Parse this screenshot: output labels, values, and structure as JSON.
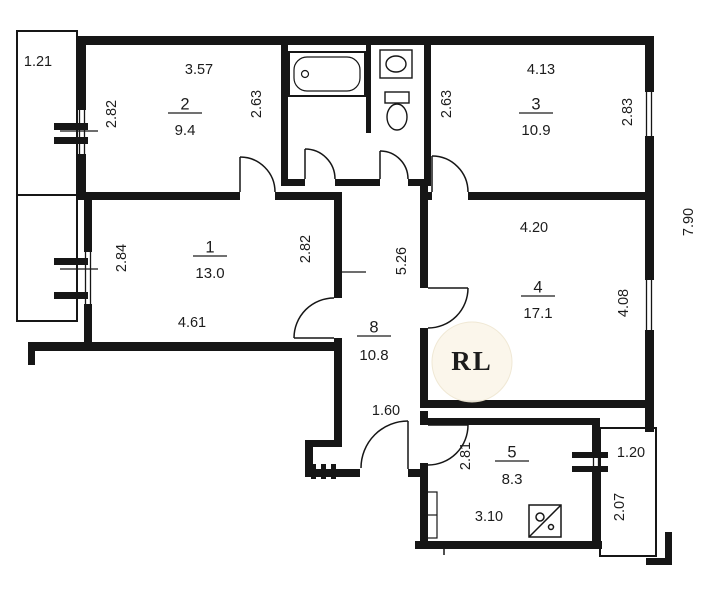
{
  "rooms": {
    "r1": {
      "number": "1",
      "area": "13.0"
    },
    "r2": {
      "number": "2",
      "area": "9.4"
    },
    "r3": {
      "number": "3",
      "area": "10.9"
    },
    "r4": {
      "number": "4",
      "area": "17.1"
    },
    "r5": {
      "number": "5",
      "area": "8.3"
    },
    "r8": {
      "number": "8",
      "area": "10.8"
    }
  },
  "dims": {
    "balcony_tl_width": "1.21",
    "room2_width": "3.57",
    "room2_left": "2.82",
    "room2_right": "2.63",
    "room3_width": "4.13",
    "room3_left": "2.63",
    "room3_right": "2.83",
    "room1_left": "2.84",
    "room1_right": "2.82",
    "room1_width": "4.61",
    "hall_height": "5.26",
    "hall_width": "1.60",
    "room4_width": "4.20",
    "room4_height": "4.08",
    "kitchen_left": "2.81",
    "kitchen_width": "3.10",
    "balcony_br_width": "1.20",
    "balcony_br_height": "2.07",
    "overall_right": "7.90"
  },
  "watermark": {
    "text": "RL",
    "color": "#bf9b30"
  }
}
